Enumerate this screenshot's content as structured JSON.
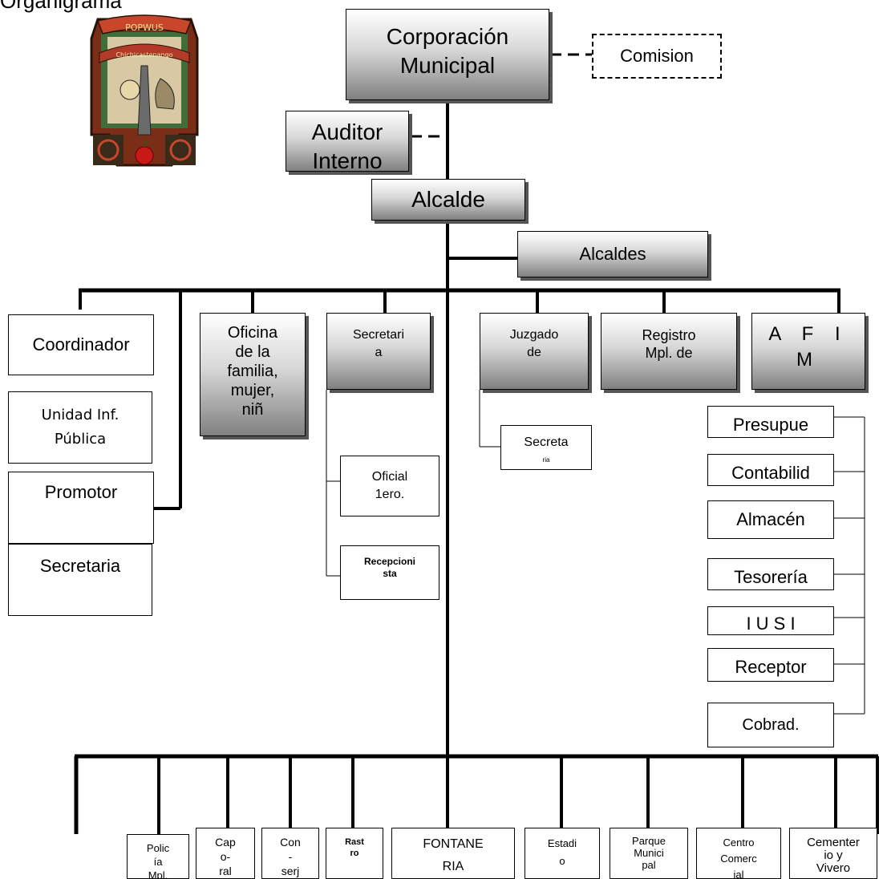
{
  "title": "Organigrama",
  "logo": {
    "ring_text": "POPWUS",
    "band_text": "Chichicastenango"
  },
  "nodes": {
    "corporacion": [
      "Corporación",
      "Municipal"
    ],
    "comision": [
      "Comision"
    ],
    "auditor": [
      "Auditor",
      "Interno"
    ],
    "alcalde": [
      "Alcalde"
    ],
    "alcaldes": [
      "Alcaldes"
    ],
    "coordinador": [
      "Coordinador"
    ],
    "unidad_info": [
      "Unidad Inf.",
      "Pública"
    ],
    "promotor": [
      "Promotor"
    ],
    "secretaria_left": [
      "Secretaria"
    ],
    "oficina_familia": [
      "Oficina",
      "de la",
      "familia,",
      "mujer,",
      "niñ"
    ],
    "secretaria_mid": [
      "Secretari",
      "a"
    ],
    "oficial": [
      "Oficial",
      "1ero."
    ],
    "recepcionista": [
      "Recepcioni",
      "sta"
    ],
    "juzgado": [
      "Juzgado",
      "de"
    ],
    "secretaria_juzgado": [
      "Secreta",
      "ria"
    ],
    "registro": [
      "Registro",
      "Mpl. de"
    ],
    "afim": [
      "A F I",
      "M"
    ],
    "presupuesto": [
      "Presupue"
    ],
    "contabilidad": [
      "Contabilid"
    ],
    "almacen": [
      "Almacén"
    ],
    "tesoreria": [
      "Tesorería"
    ],
    "iusi": [
      "I U S I"
    ],
    "receptor": [
      "Receptor"
    ],
    "cobrador": [
      "Cobrad."
    ],
    "policia": [
      "Polic",
      "ía",
      "Mpl."
    ],
    "caporal": [
      "Cap",
      "o-",
      "ral"
    ],
    "conserje": [
      "Con",
      "-",
      "serj"
    ],
    "rastro": [
      "Rast",
      "ro"
    ],
    "fontaneria": [
      "FONTANE",
      "RIA"
    ],
    "estadio": [
      "Estadi",
      "o"
    ],
    "parque": [
      "Parque",
      "Munici",
      "pal"
    ],
    "centro": [
      "Centro",
      "Comerc",
      "ial"
    ],
    "cementerio": [
      "Cementer",
      "io y",
      "Vivero"
    ]
  }
}
